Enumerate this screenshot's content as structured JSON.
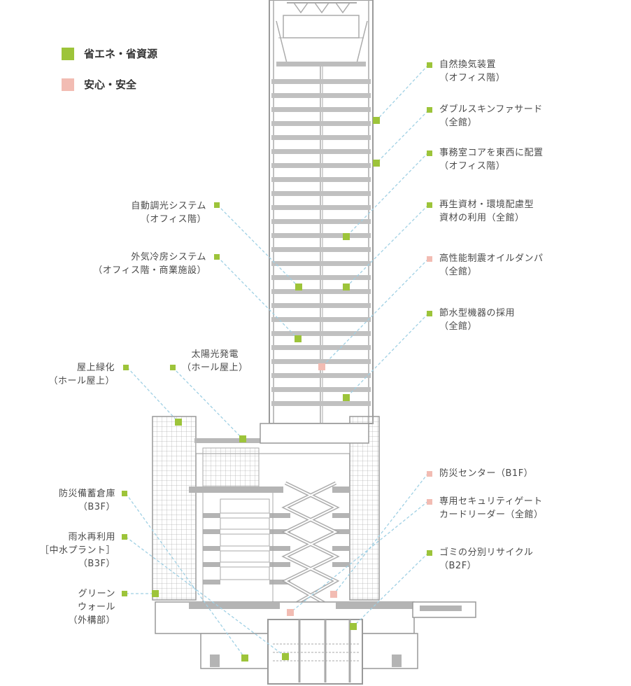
{
  "colors": {
    "green": "#9dc43a",
    "pink": "#f2bcb3",
    "line": "#9fd0e4",
    "structure": "#a8a8a8",
    "slab": "#b8b8b8"
  },
  "legend": [
    {
      "label": "省エネ・省資源",
      "category": "green"
    },
    {
      "label": "安心・安全",
      "category": "pink"
    }
  ],
  "callouts_right": [
    {
      "line1": "自然換気装置",
      "line2": "（オフィス階）",
      "category": "green"
    },
    {
      "line1": "ダブルスキンファサード",
      "line2": "（全館）",
      "category": "green"
    },
    {
      "line1": "事務室コアを東西に配置",
      "line2": "（オフィス階）",
      "category": "green"
    },
    {
      "line1": "再生資材・環境配慮型",
      "line2": "資材の利用（全館）",
      "category": "green"
    },
    {
      "line1": "高性能制震オイルダンパ",
      "line2": "（全館）",
      "category": "pink"
    },
    {
      "line1": "節水型機器の採用",
      "line2": "（全館）",
      "category": "green"
    },
    {
      "line1": "防災センター（B1F）",
      "line2": "",
      "category": "pink"
    },
    {
      "line1": "専用セキュリティゲート",
      "line2": "カードリーダー（全館）",
      "category": "pink"
    },
    {
      "line1": "ゴミの分別リサイクル",
      "line2": "（B2F）",
      "category": "green"
    }
  ],
  "callouts_left": [
    {
      "line1": "自動調光システム",
      "line2": "（オフィス階）",
      "category": "green"
    },
    {
      "line1": "外気冷房システム",
      "line2": "（オフィス階・商業施設）",
      "category": "green"
    },
    {
      "line1": "屋上緑化",
      "line2": "（ホール屋上）",
      "category": "green"
    },
    {
      "line1": "太陽光発電",
      "line2": "（ホール屋上）",
      "category": "green"
    },
    {
      "line1": "防災備蓄倉庫",
      "line2": "（B3F）",
      "category": "green"
    },
    {
      "line1": "雨水再利用",
      "line2": "［中水プラント］",
      "line3": "（B3F）",
      "category": "green"
    },
    {
      "line1": "グリーン",
      "line2": "ウォール",
      "line3": "（外構部）",
      "category": "green"
    }
  ]
}
